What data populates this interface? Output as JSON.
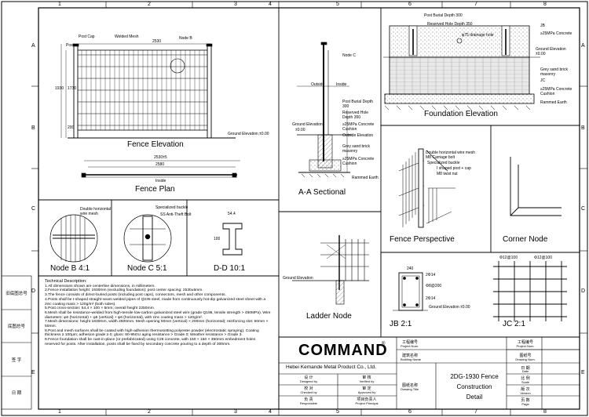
{
  "grid": {
    "cols": [
      "1",
      "2",
      "3",
      "4",
      "5",
      "6",
      "7",
      "8"
    ],
    "rows": [
      "A",
      "B",
      "C",
      "D",
      "E"
    ]
  },
  "side_labels": [
    "旧底图总号",
    "底图总号",
    "签 字",
    "日 期"
  ],
  "views": {
    "fence_elevation": {
      "title": "Fence Elevation",
      "labels": [
        "Post Cap",
        "Post",
        "Welded Mesh",
        "Node B",
        "Ground Elevation ±0.00",
        "2530",
        "1730",
        "200",
        "1930"
      ]
    },
    "fence_plan": {
      "title": "Fence Plan",
      "labels": [
        "2530±5",
        "2580",
        "Inside"
      ]
    },
    "aa_sectional": {
      "title": "A-A Sectional",
      "labels": [
        "Node C",
        "Outside",
        "Inside",
        "Post Burial Depth 300",
        "Reserved Hole Depth 350",
        "≥25MPa Concrete Cushion",
        "Outside Elevation",
        "Grey sand brick masonry",
        "≥25MPa Concrete Cushion",
        "Rammed Earth",
        "Ground Elevation",
        "±0.00"
      ]
    },
    "foundation_elevation": {
      "title": "Foundation Elevation",
      "labels": [
        "Post Burial Depth 300",
        "Reserved Hole Depth 350",
        "φ75 drainage hole",
        "JB",
        "≥25MPa Concrete",
        "Ground Elevation ±0.00",
        "Grey sand brick masonry",
        "JC",
        "≥25MPa Concrete Cushion",
        "Rammed Earth"
      ]
    },
    "fence_perspective": {
      "title": "Fence Perspective",
      "labels": [
        "Double horizontal wire mesh",
        "M8 Carriage bolt",
        "Specialized buckle",
        "I shaped post + cap",
        "M8 twist nut"
      ]
    },
    "corner_node": {
      "title": "Corner Node",
      "labels": []
    },
    "node_b": {
      "title": "Node B 4:1",
      "labels": [
        "Double horizontal wire mesh"
      ]
    },
    "node_c": {
      "title": "Node C 5:1",
      "labels": [
        "Specialized buckle",
        "SS Anti-Theft Bolt"
      ]
    },
    "node_d": {
      "title": "D-D 10:1",
      "labels": [
        "54.4",
        "100"
      ]
    },
    "ladder_node": {
      "title": "Ladder Node",
      "labels": [
        "Ground Elevation"
      ]
    },
    "jb": {
      "title": "JB 2:1",
      "labels": [
        "240",
        "2Φ14",
        "Φ8@200",
        "2Φ14",
        "Ground Elevation ±0.00"
      ]
    },
    "jc": {
      "title": "JC 2:1",
      "labels": [
        "Φ12@100",
        "Φ12@100"
      ]
    }
  },
  "description": {
    "heading": "Technical Description:",
    "items": [
      "1.All dimensions shown are centerline dimensions, in millimeters.",
      "2.Fence installation height: 1930mm (excluding foundation); post center spacing: 2530±5mm.",
      "3.The fence consists of direct-buried posts (including post caps), connectors, mesh and other components.",
      "4.Posts shall be I-shaped straight-seam welded pipes of Q235 steel, made from continuously hot-dip galvanized steel sheet with a zinc coating mass > 120g/m² (both sides).",
      "5.Post cross-section: 54.4 × 100 × 5mm; overall height 2250mm.",
      "6.Mesh shall be resistance-welded from high-tensile low-carbon galvanized steel wire (grade Q195, tensile strength > 450MPa). Wire diameters: φ6 (horizontal) + φ5 (vertical) + φ6 (horizontal), with zinc coating mass > 120g/m².",
      "7.Mesh dimensions: height 1830mm, width 2500mm. Mesh opening 50mm (vertical) × 200mm (horizontal); reinforcing slot: 50mm × 50mm.",
      "8.Post and mesh surfaces shall be coated with high-adhesion thermosetting polyester powder (electrostatic spraying). Coating thickness ≥ 100μm; adhesion grade ≥ 0; gloss: 80-95GU aging resistance > Grade 0; Weather resistance > Grade 3.",
      "9.Fence foundation shall be cast-in-place (or prefabricated) using C28 concrete, with 150 × 150 × 350mm embedment holes reserved for posts. After installation, posts shall be fixed by secondary concrete pouring to a depth of 300mm."
    ]
  },
  "title_block": {
    "brand": "COMMAND",
    "registered": "®",
    "company": "Hebei Kemande Metal Product Co., Ltd.",
    "drawing_title": [
      "2DG-1930 Fence",
      "Construction",
      "Detail"
    ],
    "fields": [
      {
        "cn": "工程编号",
        "en": "Project Num."
      },
      {
        "cn": "建筑名称",
        "en": "Building Name"
      },
      {
        "cn": "图纸名称",
        "en": "Drawing Title"
      },
      {
        "cn": "工程编号",
        "en": "Project Num."
      },
      {
        "cn": "图纸号",
        "en": "Drawing Num."
      },
      {
        "cn": "日 期",
        "en": "Date"
      },
      {
        "cn": "比 例",
        "en": "Scale"
      },
      {
        "cn": "版 次",
        "en": "Version"
      },
      {
        "cn": "页 数",
        "en": "Page"
      }
    ],
    "signers": [
      {
        "cn": "设 计",
        "en": "Designed by"
      },
      {
        "cn": "审 核",
        "en": "Verified by"
      },
      {
        "cn": "校 对",
        "en": "Checked by"
      },
      {
        "cn": "审 定",
        "en": "Approved by"
      },
      {
        "cn": "负 责",
        "en": "Responsible"
      },
      {
        "cn": "项目负责人",
        "en": "Project Principal"
      }
    ]
  }
}
